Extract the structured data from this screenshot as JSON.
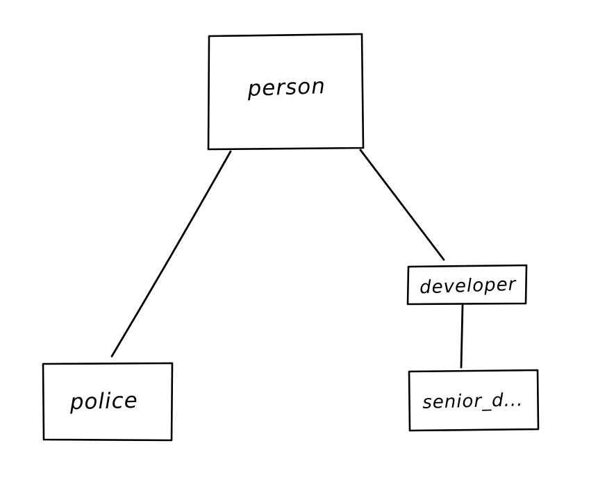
{
  "canvas": {
    "background_color": "#ffffff",
    "ink_color": "#000000",
    "style": "hand-drawn sketch"
  },
  "diagram": {
    "type": "tree",
    "title": "",
    "nodes": [
      {
        "id": "person",
        "label": "person"
      },
      {
        "id": "police",
        "label": "police"
      },
      {
        "id": "developer",
        "label": "developer"
      },
      {
        "id": "senior_d",
        "label": "senior_d..."
      }
    ],
    "edges": [
      {
        "from": "person",
        "to": "police"
      },
      {
        "from": "person",
        "to": "developer"
      },
      {
        "from": "developer",
        "to": "senior_d"
      }
    ]
  }
}
